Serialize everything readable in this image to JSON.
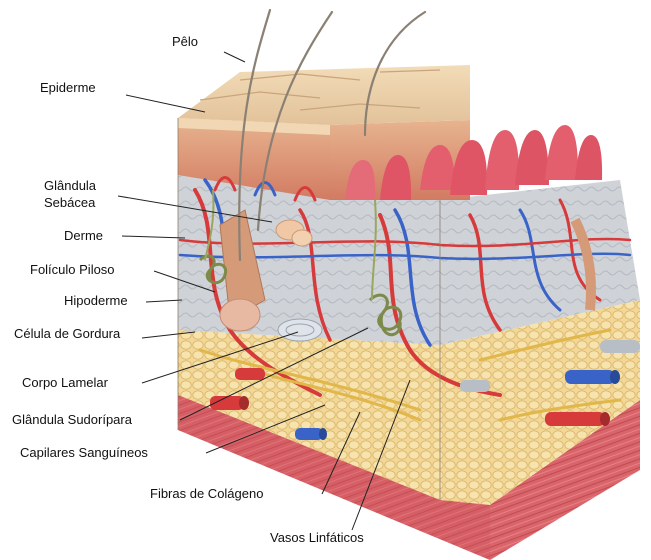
{
  "labels": {
    "pelo": "Pêlo",
    "epiderme": "Epiderme",
    "glandula_sebacea_l1": "Glândula",
    "glandula_sebacea_l2": "Sebácea",
    "derme": "Derme",
    "foliculo_piloso": "Folículo Piloso",
    "hipoderme": "Hipoderme",
    "celula_gordura": "Célula de  Gordura",
    "corpo_lamelar": "Corpo Lamelar",
    "glandula_sudoripara": "Glândula Sudorípara",
    "capilares_sanguineos": "Capilares Sanguíneos",
    "fibras_colageno": "Fibras de Colágeno",
    "vasos_linfaticos": "Vasos Linfáticos"
  },
  "colors": {
    "epidermis_top": "#e9cfa9",
    "epidermis_layer": "#d88a6a",
    "dermis": "#c9cfd6",
    "fat": "#f0d290",
    "muscle": "#d9646a",
    "artery": "#d63a3a",
    "vein": "#3a63c8",
    "nerve": "#e1b74a",
    "papilla": "#e2606e"
  }
}
